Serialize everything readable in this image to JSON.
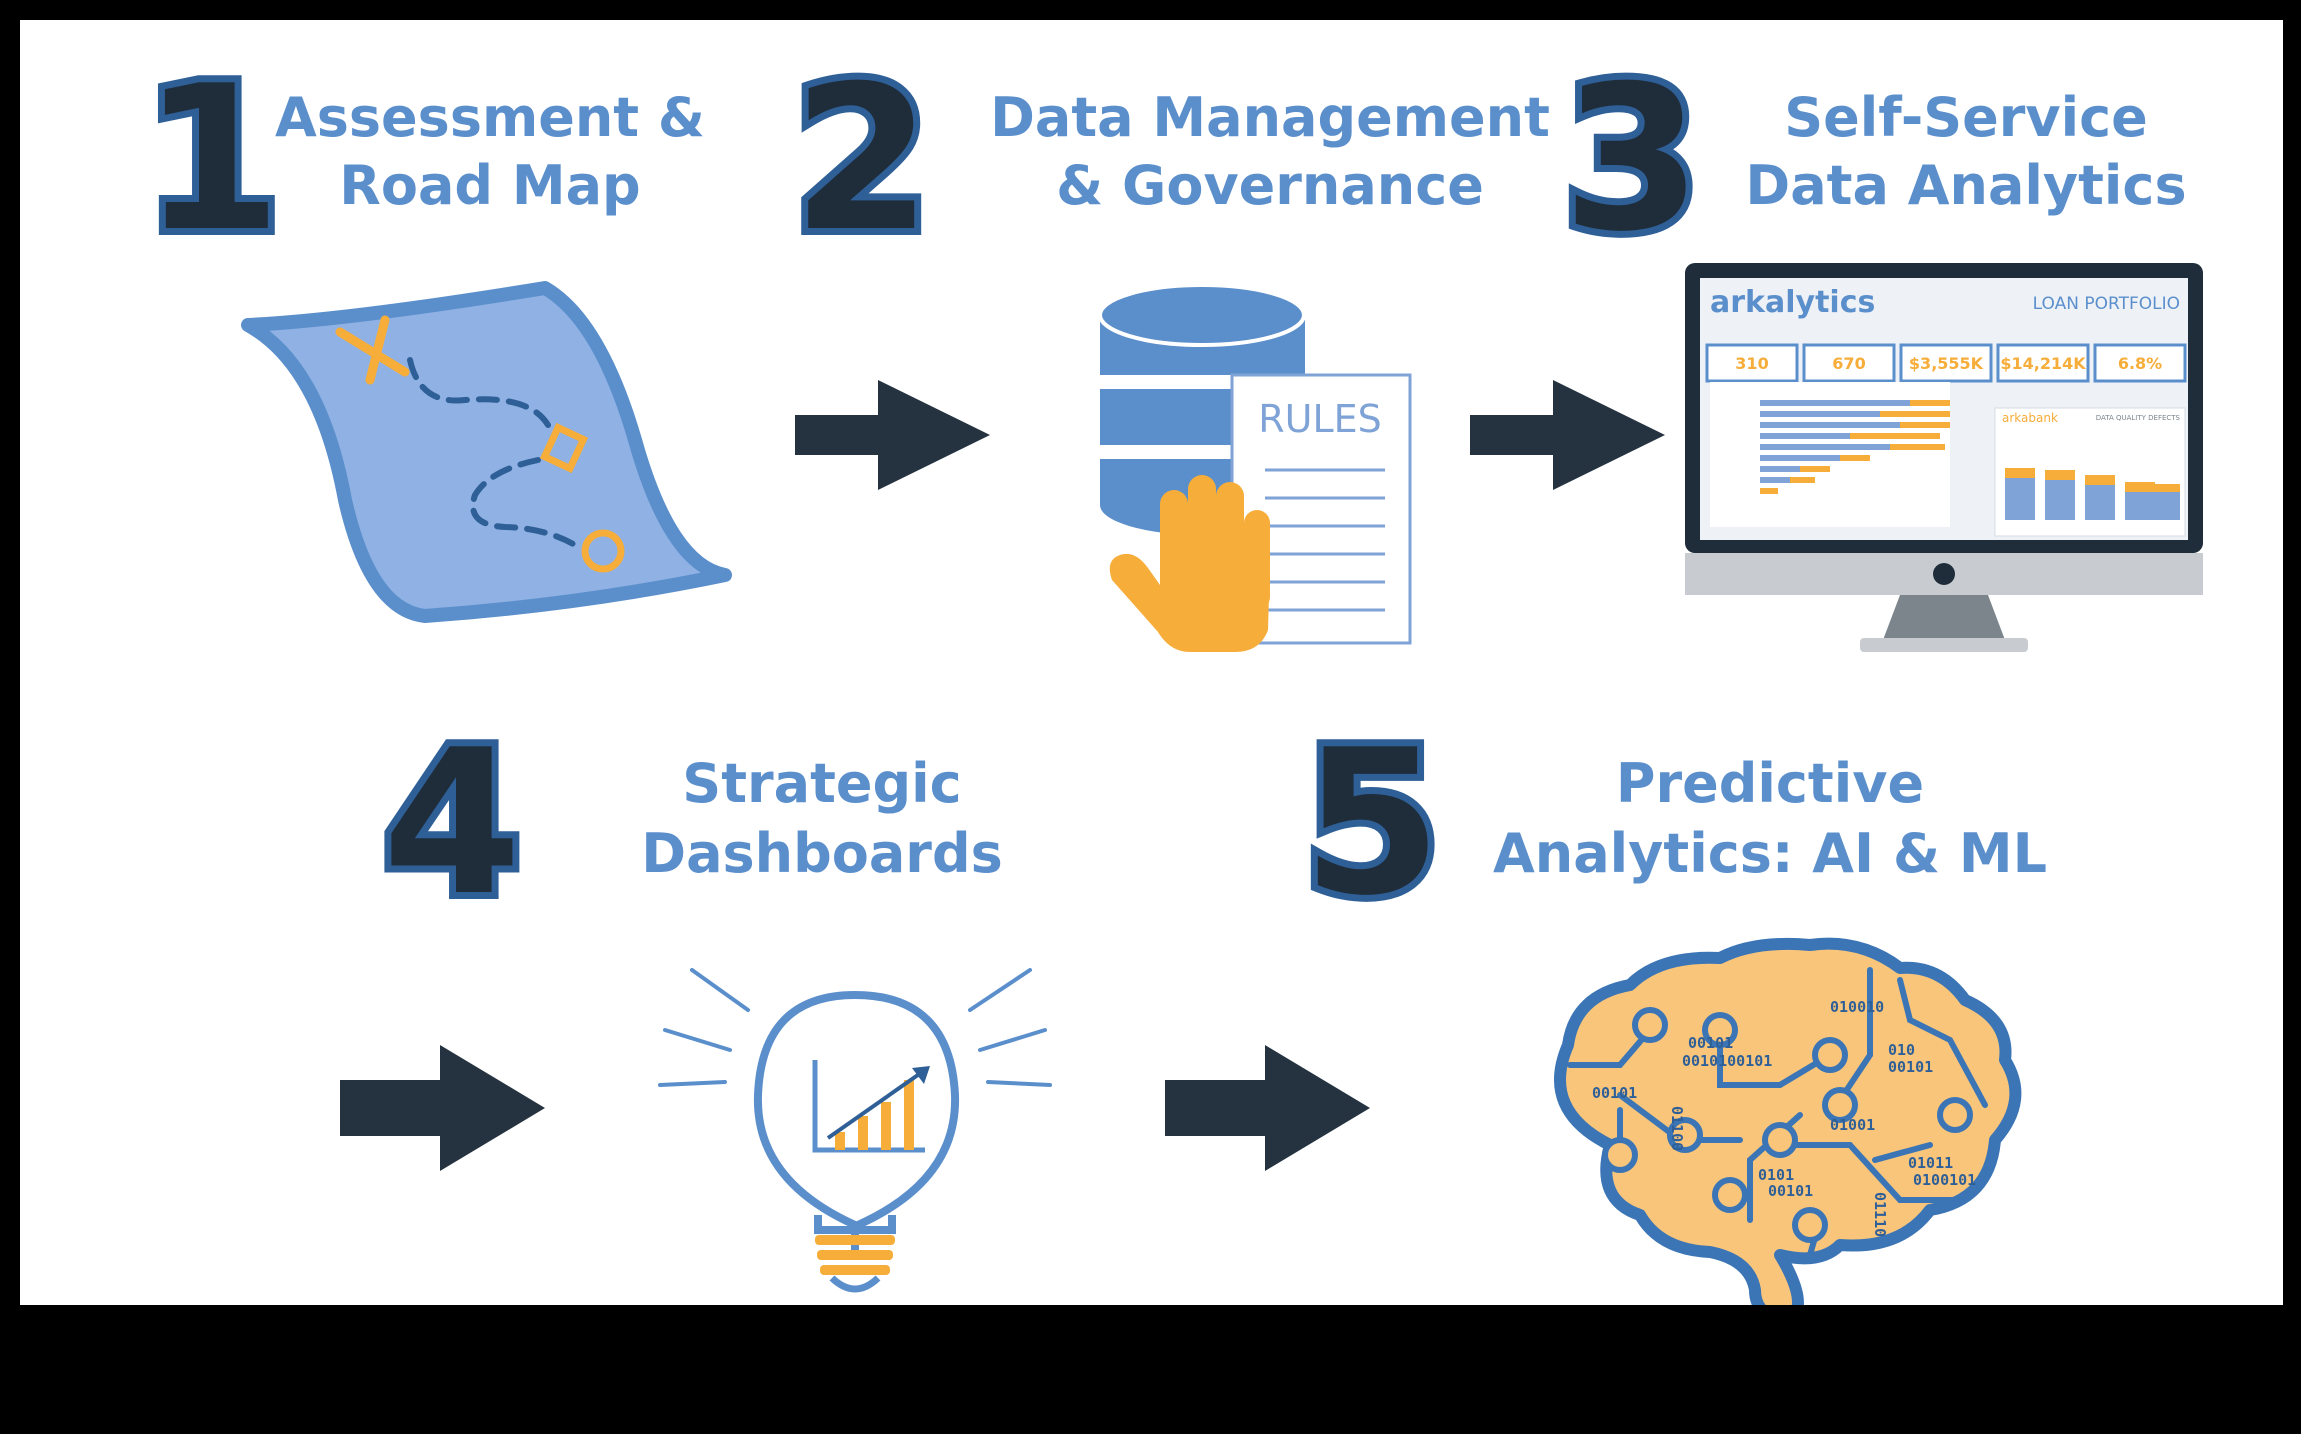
{
  "colors": {
    "title_blue": "#5b8fcc",
    "number_fill": "#1f2d3b",
    "number_outline": "#2f5f97",
    "arrow": "#253341",
    "map_fill": "#8fb1e3",
    "map_edge": "#5b8fcc",
    "accent_orange": "#f6ad3a",
    "brain_fill": "#f8c57b",
    "brain_lines": "#3b75b5"
  },
  "steps": [
    {
      "number": "1",
      "title_line1": "Assessment &",
      "title_line2": "Road Map",
      "icon": "treasure-map-icon"
    },
    {
      "number": "2",
      "title_line1": "Data Management",
      "title_line2": "& Governance",
      "icon": "database-rules-icon"
    },
    {
      "number": "3",
      "title_line1": "Self-Service",
      "title_line2": "Data Analytics",
      "icon": "monitor-dashboard-icon"
    },
    {
      "number": "4",
      "title_line1": "Strategic",
      "title_line2": "Dashboards",
      "icon": "lightbulb-chart-icon"
    },
    {
      "number": "5",
      "title_line1": "Predictive",
      "title_line2": "Analytics: AI & ML",
      "icon": "circuit-brain-icon"
    }
  ],
  "rules_doc": {
    "label": "RULES"
  },
  "dashboard": {
    "brand": "arkalytics",
    "title": "LOAN PORTFOLIO",
    "kpis": [
      "310",
      "670",
      "$3,555K",
      "$14,214K",
      "6.8%"
    ],
    "inset_brand": "arkabank",
    "inset_title": "DATA QUALITY DEFECTS"
  },
  "brain_codes": [
    "010010",
    "00101",
    "0010100101",
    "010",
    "00101",
    "00101",
    "01100",
    "01001",
    "0101",
    "00101",
    "01011",
    "0100101",
    "01110"
  ]
}
